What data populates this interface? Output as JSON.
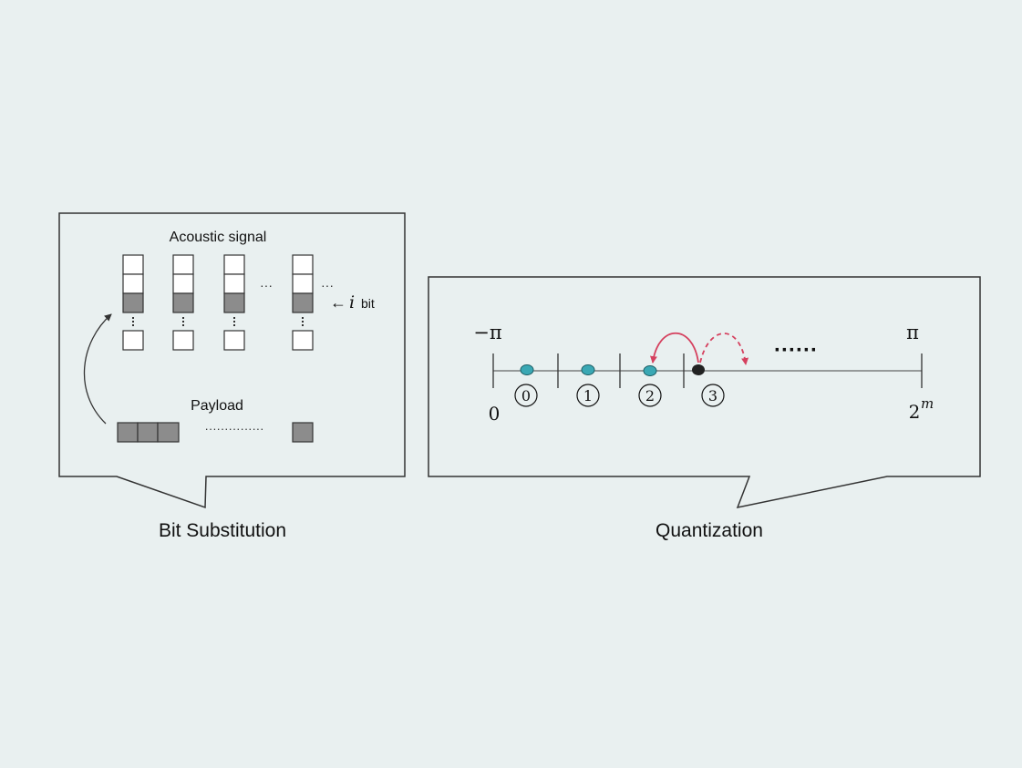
{
  "left_panel": {
    "title": "Acoustic signal",
    "ellipsis_columns": "···",
    "ellipsis_right": "···",
    "bit_arrow": "←",
    "bit_var": "i",
    "bit_label": "bit",
    "payload_label": "Payload",
    "payload_dots": "···············",
    "caption": "Bit Substitution"
  },
  "right_panel": {
    "neg_pi": "−π",
    "pi": "π",
    "zero": "0",
    "two": "2",
    "exp_m": "m",
    "bins": [
      "0",
      "1",
      "2",
      "3"
    ],
    "dots": "······",
    "caption": "Quantization"
  },
  "colors": {
    "background": "#e9f0f0",
    "panel_fill": "#e9f0f0",
    "panel_stroke": "#333333",
    "bit_fill": "#8c8c8c",
    "dot_teal": "#3aa8b4",
    "dot_dark": "#222222",
    "arrow_red": "#d5405e"
  }
}
